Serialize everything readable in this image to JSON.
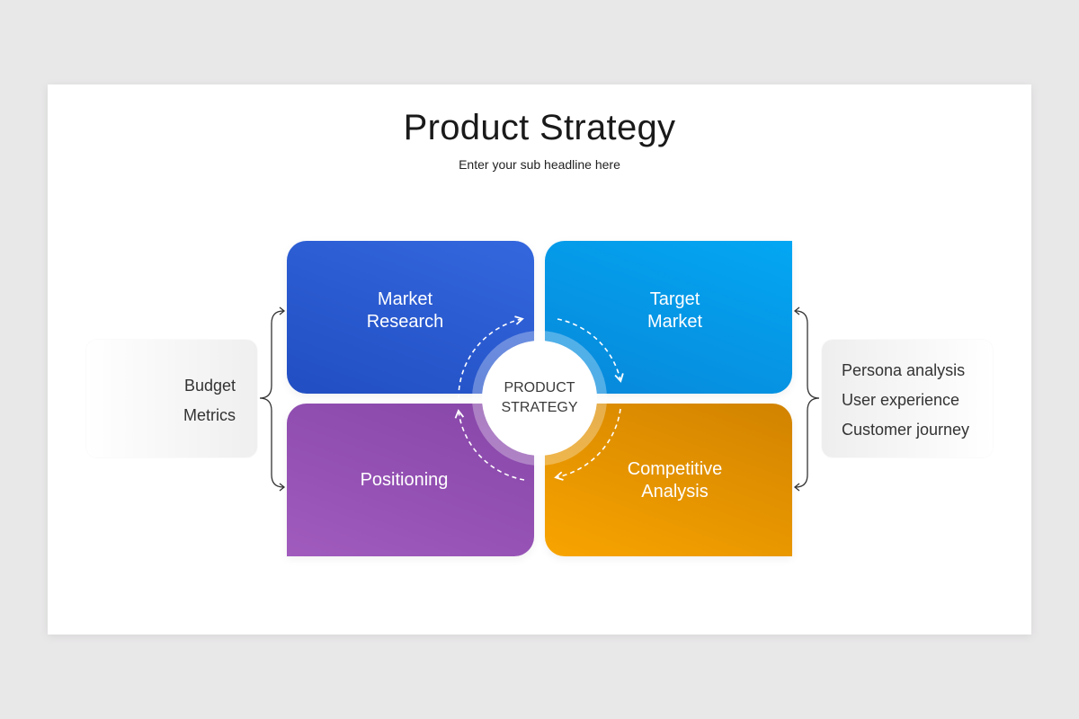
{
  "header": {
    "title": "Product Strategy",
    "subtitle": "Enter your sub headline here"
  },
  "quadrants": {
    "top_left": {
      "line1": "Market",
      "line2": "Research",
      "color_from": "#3467de",
      "color_to": "#214ec2"
    },
    "top_right": {
      "line1": "Target",
      "line2": "Market",
      "color_from": "#03a7f3",
      "color_to": "#0887d9"
    },
    "bottom_left": {
      "line1": "Positioning",
      "color_from": "#8646a8",
      "color_to": "#a05bbd"
    },
    "bottom_right": {
      "line1": "Competitive",
      "line2": "Analysis",
      "color_from": "#d18300",
      "color_to": "#f8a400"
    }
  },
  "center": {
    "line1": "PRODUCT",
    "line2": "STRATEGY"
  },
  "left_panel": {
    "items": [
      "Budget",
      "Metrics"
    ]
  },
  "right_panel": {
    "items": [
      "Persona analysis",
      "User experience",
      "Customer journey"
    ]
  },
  "icons": [
    "dashed-cycle-arrow-icon",
    "left-brace-icon",
    "right-brace-icon"
  ]
}
